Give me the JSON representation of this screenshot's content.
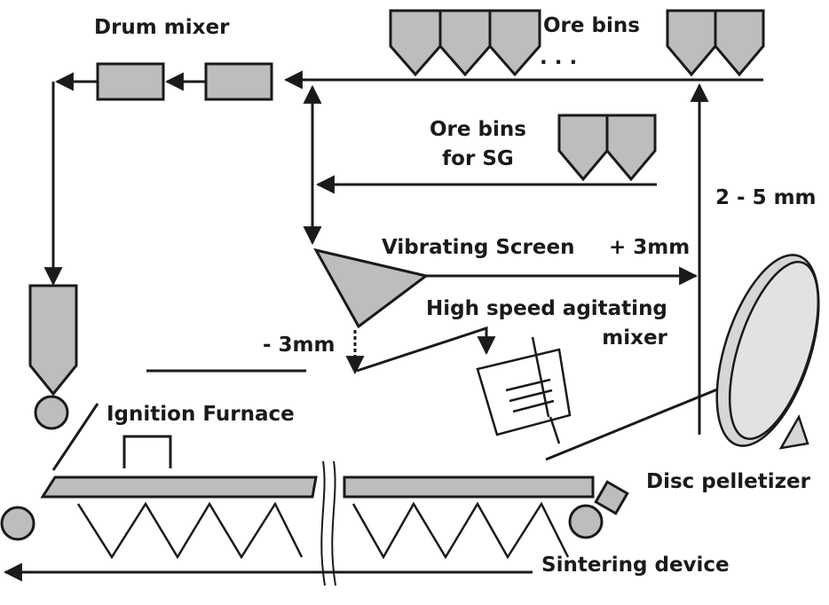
{
  "labels": {
    "drum_mixer": "Drum mixer",
    "ore_bins_top": "Ore bins",
    "ellipsis": ". . .",
    "ore_bins_sg": "Ore bins\nfor SG",
    "size_2_5": "2 - 5 mm",
    "vibrating_screen": "Vibrating Screen",
    "plus_3mm": "+ 3mm",
    "high_speed_mixer": "High speed agitating\nmixer",
    "minus_3mm": "- 3mm",
    "ignition_furnace": "Ignition Furnace",
    "disc_pelletizer": "Disc pelletizer",
    "sintering_device": "Sintering device"
  },
  "colors": {
    "fill_gray": "#bdbdbd",
    "line": "#1a1a1a",
    "background": "#ffffff"
  }
}
